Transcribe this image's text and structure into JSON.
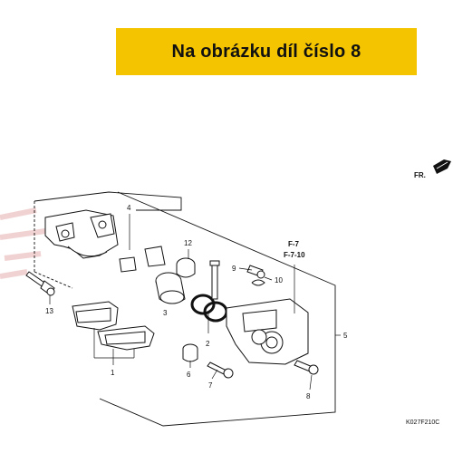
{
  "banner": {
    "text": "Na obrázku díl číslo 8",
    "color": "#f5c400"
  },
  "direction": {
    "label": "FR."
  },
  "callouts": {
    "c1": "1",
    "c2": "2",
    "c3": "3",
    "c4": "4",
    "c5": "5",
    "c6": "6",
    "c7": "7",
    "c8": "8",
    "c9": "9",
    "c10": "10",
    "c12": "12",
    "c13": "13"
  },
  "refs": {
    "r1": "F-7",
    "r2": "F-7-10"
  },
  "diagram_code": "K027F210C",
  "colors": {
    "line": "#111111",
    "watermark": "#e8b4b4"
  }
}
